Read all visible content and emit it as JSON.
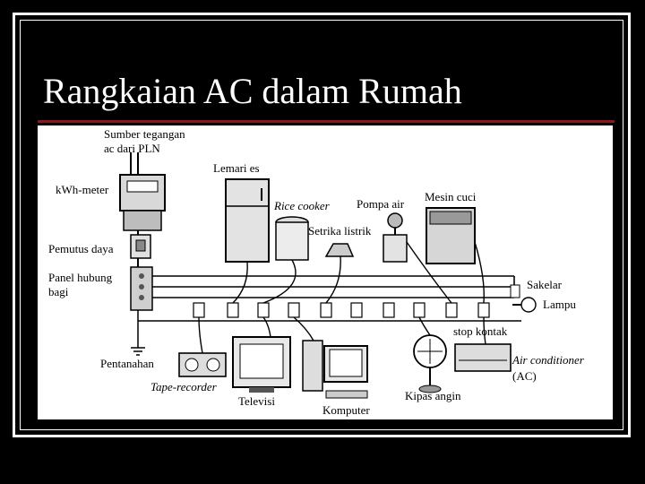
{
  "slide": {
    "title": "Rangkaian AC dalam Rumah"
  },
  "diagram": {
    "labels": {
      "source_line1": "Sumber tegangan",
      "source_line2": "ac dari PLN",
      "kwh_meter": "kWh-meter",
      "breaker": "Pemutus daya",
      "panel_line1": "Panel hubung",
      "panel_line2": "bagi",
      "ground": "Pentanahan",
      "fridge": "Lemari es",
      "rice_cooker": "Rice cooker",
      "pump": "Pompa air",
      "washer": "Mesin cuci",
      "iron": "Setrika listrik",
      "switch": "Sakelar",
      "lamp": "Lampu",
      "outlet": "stop kontak",
      "ac_line1": "Air conditioner",
      "ac_line2": "(AC)",
      "tape": "Tape-recorder",
      "tv": "Televisi",
      "computer": "Komputer",
      "fan": "Kipas angin"
    }
  }
}
